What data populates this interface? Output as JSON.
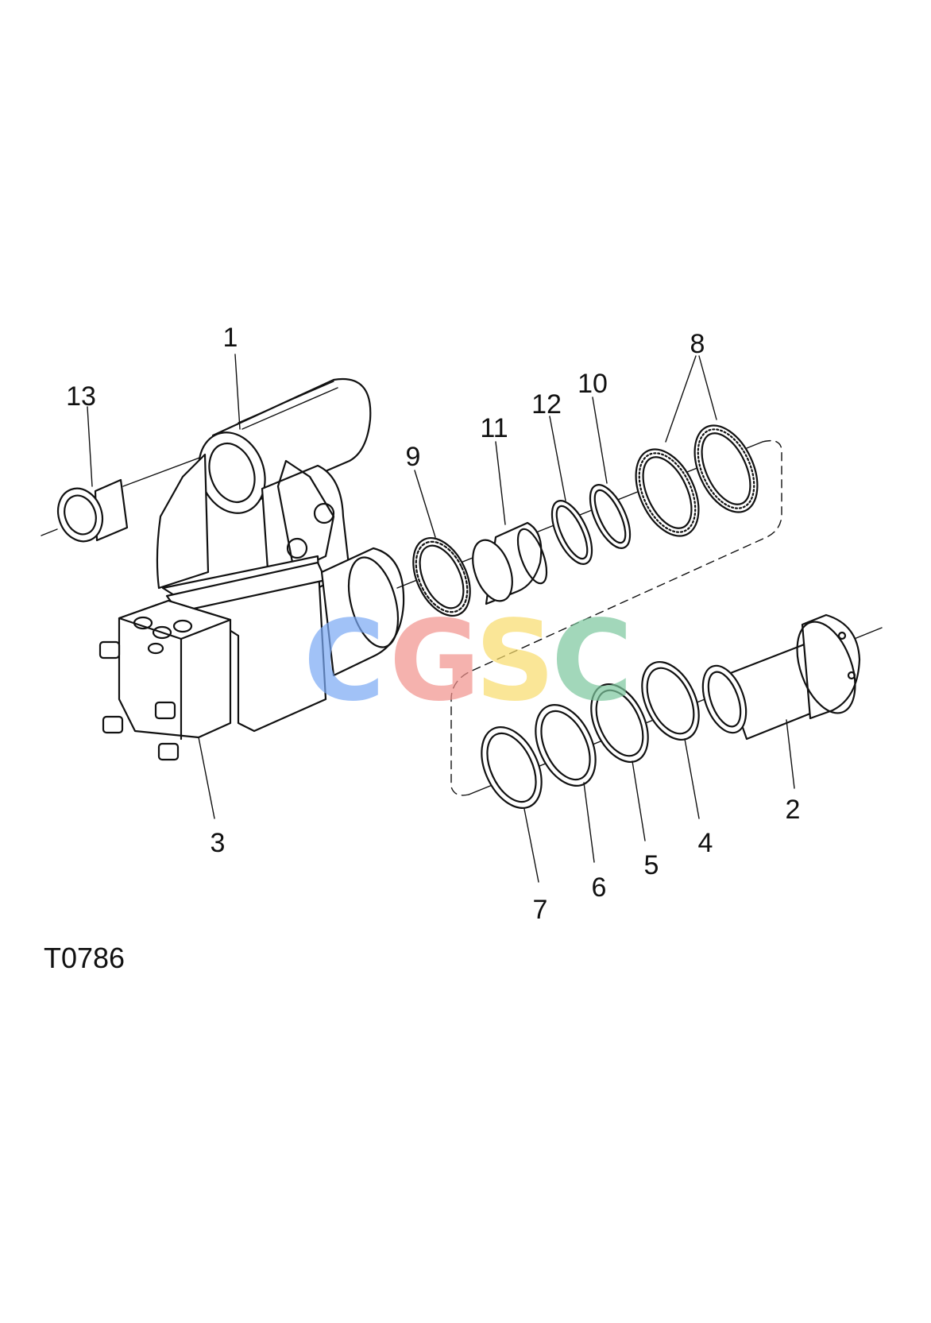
{
  "drawing_code": "T0786",
  "watermark": {
    "letters": [
      {
        "char": "C",
        "color": "#7aa9f5"
      },
      {
        "char": "G",
        "color": "#f2928d"
      },
      {
        "char": "S",
        "color": "#f8dc6c"
      },
      {
        "char": "C",
        "color": "#7cc79d"
      }
    ]
  },
  "callouts": [
    {
      "id": "1",
      "text": "1"
    },
    {
      "id": "2",
      "text": "2"
    },
    {
      "id": "3",
      "text": "3"
    },
    {
      "id": "4",
      "text": "4"
    },
    {
      "id": "5",
      "text": "5"
    },
    {
      "id": "6",
      "text": "6"
    },
    {
      "id": "7",
      "text": "7"
    },
    {
      "id": "8",
      "text": "8"
    },
    {
      "id": "9",
      "text": "9"
    },
    {
      "id": "10",
      "text": "10"
    },
    {
      "id": "11",
      "text": "11"
    },
    {
      "id": "12",
      "text": "12"
    },
    {
      "id": "13",
      "text": "13"
    }
  ]
}
